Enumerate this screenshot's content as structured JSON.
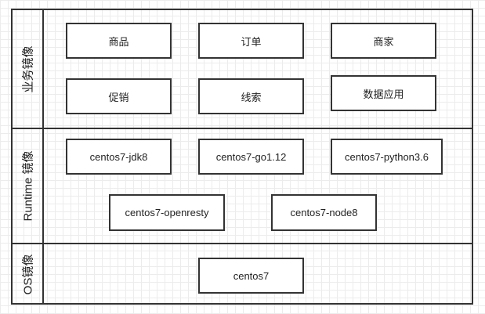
{
  "layers": {
    "business": {
      "label": "业务镜像",
      "boxes": [
        "商品",
        "订单",
        "商家",
        "促销",
        "线索",
        "数据应用"
      ]
    },
    "runtime": {
      "label": "Runtime 镜像",
      "boxes": [
        "centos7-jdk8",
        "centos7-go1.12",
        "centos7-python3.6",
        "centos7-openresty",
        "centos7-node8"
      ]
    },
    "os": {
      "label": "OS镜像",
      "boxes": [
        "centos7"
      ]
    }
  }
}
